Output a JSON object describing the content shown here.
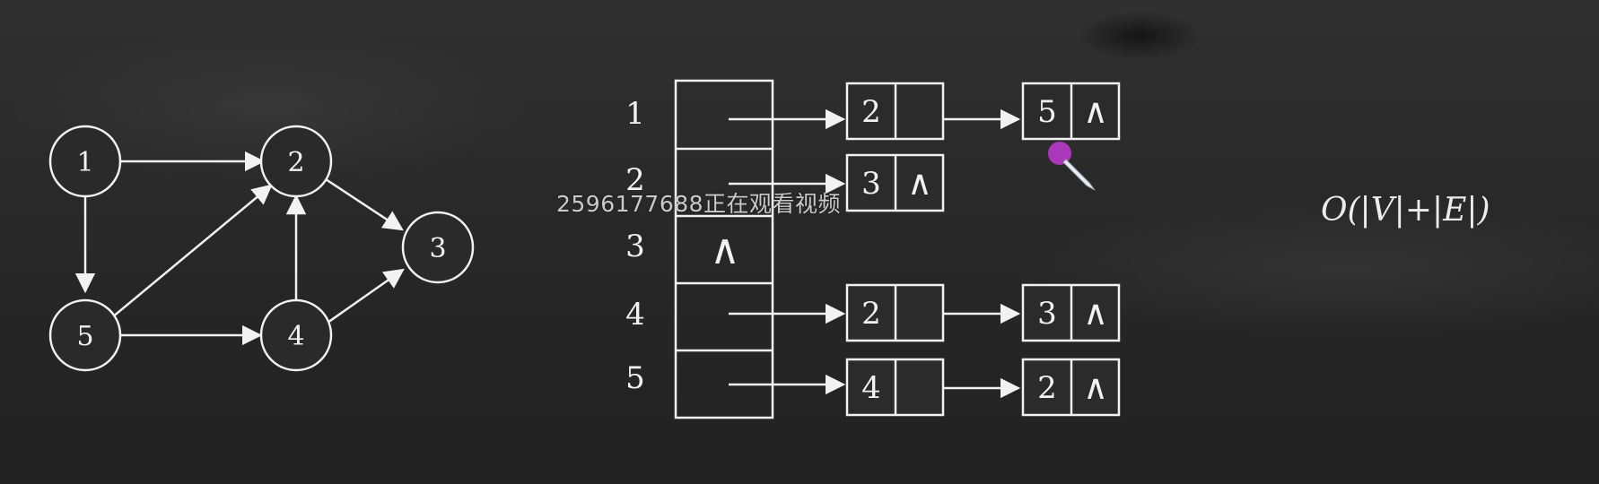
{
  "graph": {
    "vertices": [
      "1",
      "2",
      "3",
      "4",
      "5"
    ],
    "edges": [
      [
        "1",
        "2"
      ],
      [
        "1",
        "5"
      ],
      [
        "2",
        "3"
      ],
      [
        "4",
        "2"
      ],
      [
        "4",
        "3"
      ],
      [
        "5",
        "2"
      ],
      [
        "5",
        "4"
      ]
    ]
  },
  "adjacency_list": {
    "head_labels": [
      "1",
      "2",
      "3",
      "4",
      "5"
    ],
    "null_symbol": "∧",
    "rows": [
      {
        "head": "1",
        "nodes": [
          "2",
          "5"
        ]
      },
      {
        "head": "2",
        "nodes": [
          "3"
        ]
      },
      {
        "head": "3",
        "nodes": []
      },
      {
        "head": "4",
        "nodes": [
          "2",
          "3"
        ]
      },
      {
        "head": "5",
        "nodes": [
          "4",
          "2"
        ]
      }
    ]
  },
  "complexity": "O(|V|+|E|)",
  "watermark": "2596177688正在观看视频",
  "colors": {
    "chalk": "#f2f2f2",
    "board": "#2b2b2b",
    "cursor": "#c23bd4"
  }
}
